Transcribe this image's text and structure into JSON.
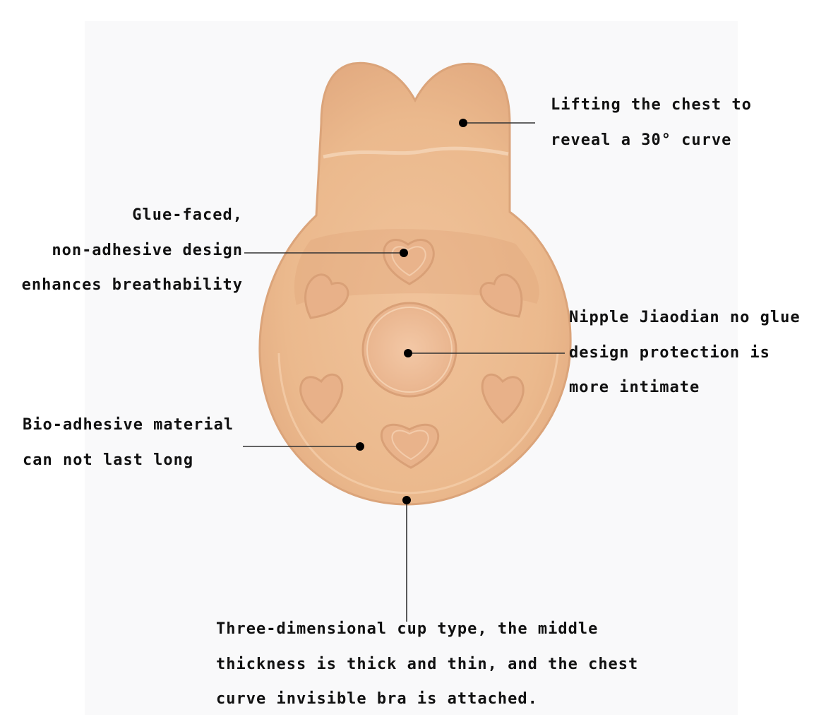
{
  "colors": {
    "pad_fill": "#ebb98d",
    "pad_edge": "#dba47a",
    "pad_shade": "#e0a47c",
    "leader": "#333333",
    "dot": "#000000",
    "text": "#111111"
  },
  "product": "silicone lift-up bra pad with rabbit-ear top and heart patterns",
  "callouts": [
    {
      "id": "lift",
      "lines": [
        "Lifting the chest to",
        "reveal a 30° curve"
      ]
    },
    {
      "id": "glue-faced",
      "lines": [
        "Glue-faced,",
        "non-adhesive design",
        "enhances breathability"
      ]
    },
    {
      "id": "nipple",
      "lines": [
        "Nipple Jiaodian no glue",
        "design protection is",
        "more intimate"
      ]
    },
    {
      "id": "bio-adhesive",
      "lines": [
        "Bio-adhesive material",
        "can not last long"
      ]
    },
    {
      "id": "cup-type",
      "lines": [
        "Three-dimensional cup type, the middle",
        "thickness is thick and thin, and the chest",
        "curve invisible bra is attached."
      ]
    }
  ]
}
